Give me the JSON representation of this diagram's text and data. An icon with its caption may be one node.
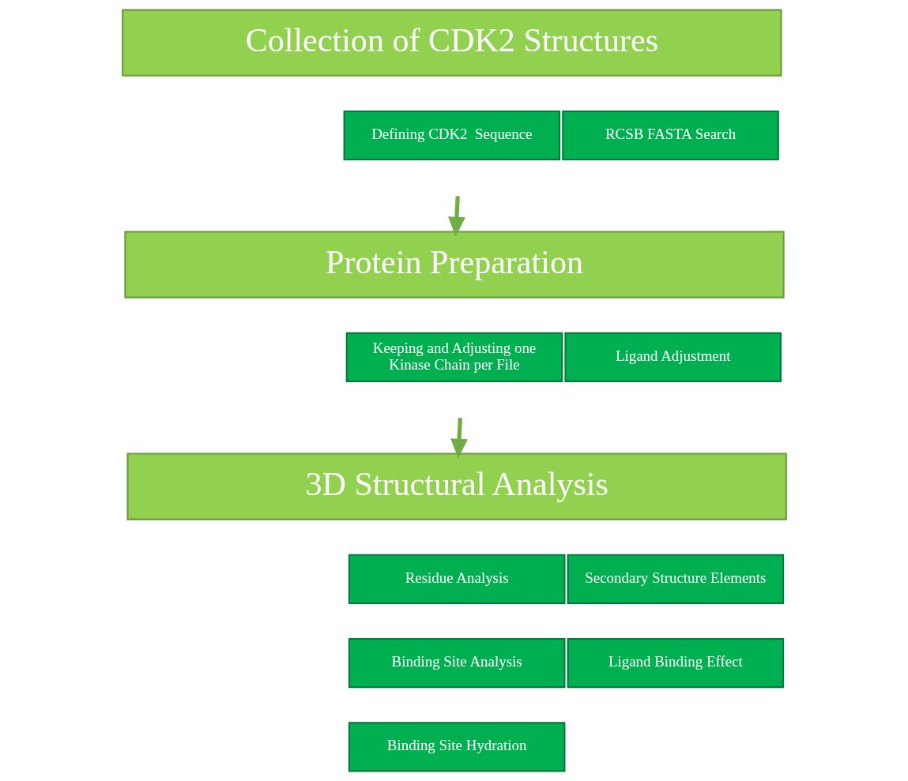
{
  "diagram": {
    "nodes": [
      {
        "text": [
          "Collection of CDK2 Structures"
        ]
      },
      {
        "text": [
          "Defining CDK2  Sequence"
        ]
      },
      {
        "text": [
          "RCSB FASTA Search"
        ]
      },
      {
        "text": [
          "Protein Preparation"
        ]
      },
      {
        "text": [
          "Keeping and Adjusting one Kinase Chain per File"
        ]
      },
      {
        "text": [
          "Ligand Adjustment"
        ]
      },
      {
        "text": [
          "3D Structural Analysis"
        ]
      },
      {
        "text": [
          "Residue Analysis"
        ]
      },
      {
        "text": [
          "Secondary Structure Elements"
        ]
      },
      {
        "text": [
          "Binding Site Analysis"
        ]
      },
      {
        "text": [
          "Ligand Binding Effect"
        ]
      },
      {
        "text": [
          "Binding Site Hydration"
        ]
      }
    ],
    "edges": [
      {
        "from": null,
        "to": 3,
        "arrow": "to"
      },
      {
        "from": null,
        "to": 6,
        "arrow": "to"
      }
    ]
  }
}
